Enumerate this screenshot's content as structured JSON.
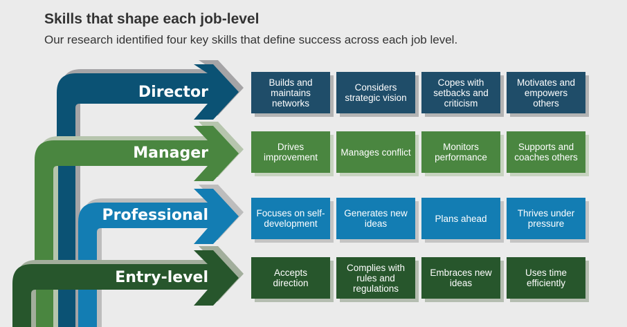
{
  "header": {
    "title": "Skills that shape each job-level",
    "subtitle": "Our research identified four key skills that define success across each job level."
  },
  "levels": [
    {
      "name": "Director",
      "color": "#0b5274",
      "shadow": "#a5a4a6",
      "box_color": "#1f4d69",
      "box_shadow": "#b3b3b3",
      "skills": [
        "Builds and maintains networks",
        "Considers strategic vision",
        "Copes with setbacks and criticism",
        "Motivates and empowers others"
      ]
    },
    {
      "name": "Manager",
      "color": "#4a8640",
      "shadow": "#b6c5ad",
      "box_color": "#4a8640",
      "box_shadow": "#c7d3c0",
      "skills": [
        "Drives improvement",
        "Manages conflict",
        "Monitors performance",
        "Supports and coaches others"
      ]
    },
    {
      "name": "Professional",
      "color": "#137db3",
      "shadow": "#bdbdbd",
      "box_color": "#137db3",
      "box_shadow": "#c4c4c4",
      "skills": [
        "Focuses on self-development",
        "Generates new ideas",
        "Plans ahead",
        "Thrives under pressure"
      ]
    },
    {
      "name": "Entry-level",
      "color": "#27562c",
      "shadow": "#a2ae9c",
      "box_color": "#27562c",
      "box_shadow": "#b5bdb1",
      "skills": [
        "Accepts direction",
        "Complies with rules and regulations",
        "Embraces new ideas",
        "Uses time efficiently"
      ]
    }
  ]
}
